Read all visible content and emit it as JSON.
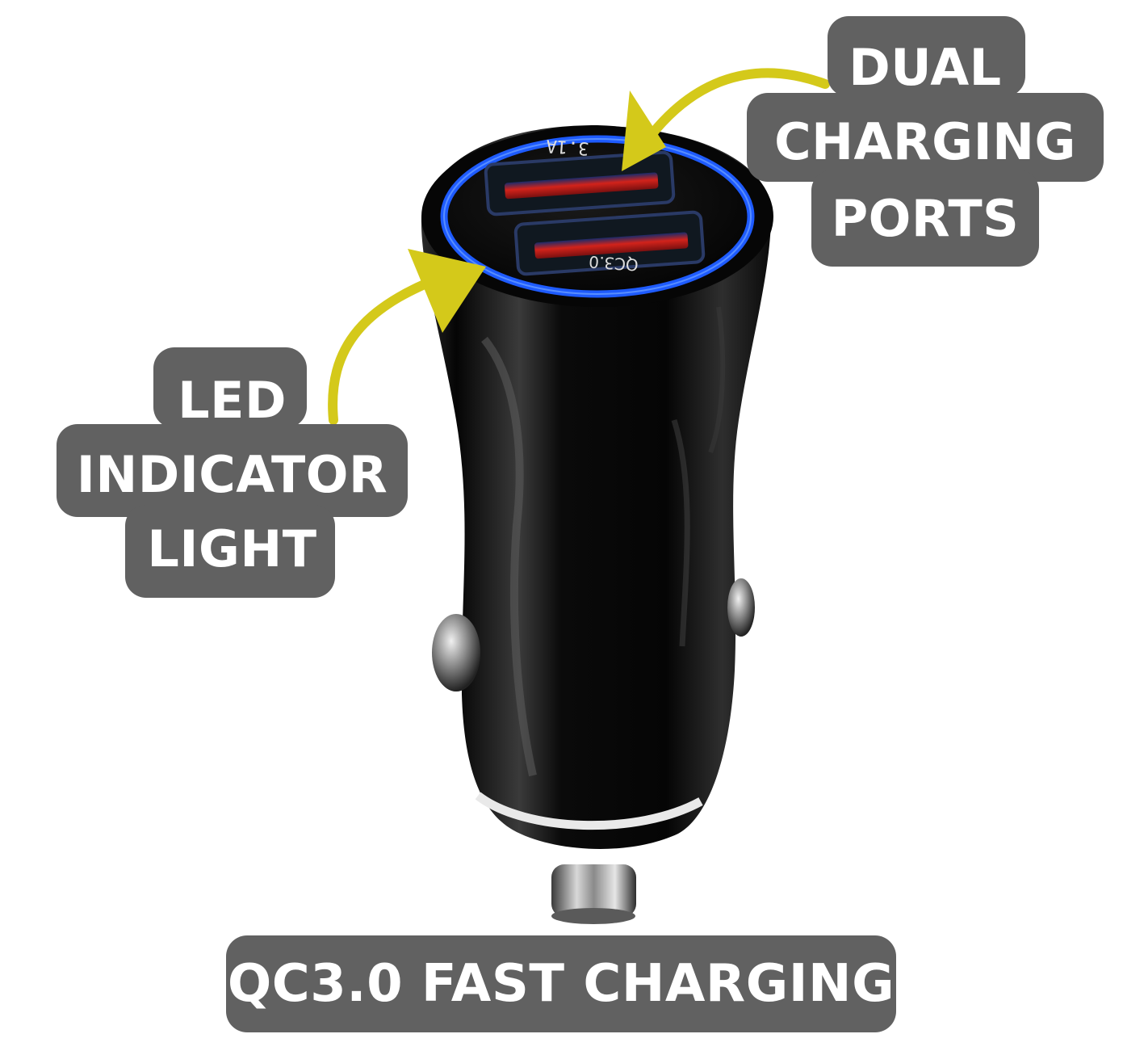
{
  "colors": {
    "label_background": "#616161",
    "label_text": "#ffffff",
    "arrow": "#d4c91a",
    "led_ring": "#1e5bff",
    "port_red": "#d2231b",
    "body": "#0b0b0b"
  },
  "charger": {
    "port_top_marking": "3.1A",
    "port_bottom_marking": "QC3.0"
  },
  "callouts": {
    "ports": {
      "lines": [
        "DUAL",
        "CHARGING",
        "PORTS"
      ]
    },
    "led": {
      "lines": [
        "LED",
        "INDICATOR",
        "LIGHT"
      ]
    },
    "fast_charging": {
      "text": "QC3.0 FAST CHARGING"
    }
  }
}
